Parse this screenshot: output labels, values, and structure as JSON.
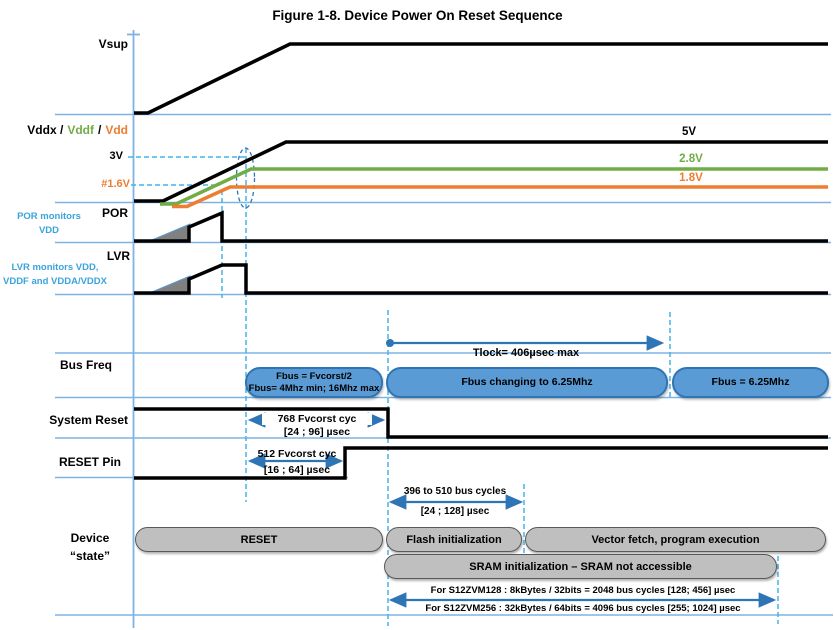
{
  "title": "Figure 1-8. Device Power On Reset Sequence",
  "signals": {
    "vsup": "Vsup",
    "vddx": "Vddx /",
    "vddf": "Vddf",
    "sep": "/",
    "vdd": "Vdd",
    "por": "POR",
    "lvr": "LVR",
    "bus_freq": "Bus Freq",
    "system_reset": "System Reset",
    "reset_pin": "RESET Pin",
    "device": "Device",
    "state": "“state”"
  },
  "notes": {
    "por_1": "POR monitors",
    "por_2": "VDD",
    "lvr_1": "LVR monitors VDD,",
    "lvr_2": "VDDF and VDDA/VDDX"
  },
  "thresholds": {
    "v3": "3V",
    "v1_6": "#1.6V"
  },
  "levels": {
    "v5": "5V",
    "v2_8": "2.8V",
    "v1_8": "1.8V"
  },
  "bus_pills": {
    "p1_line1": "Fbus = Fvcorst/2",
    "p1_line2": "Fbus= 4Mhz min; 16Mhz max",
    "p2": "Fbus changing to 6.25Mhz",
    "p3": "Fbus = 6.25Mhz"
  },
  "state_pills": {
    "reset": "RESET",
    "flash": "Flash initialization",
    "vector": "Vector fetch, program execution",
    "sram": "SRAM initialization – SRAM not accessible"
  },
  "annotations": {
    "tlock": "Tlock= 406µsec max",
    "t768_1": "768 Fvcorst cyc",
    "t768_2": "[24 ; 96] µsec",
    "t512_1": "512 Fvcorst cyc",
    "t512_2": "[16 ; 64] µsec",
    "t396_1": "396 to 510 bus cycles",
    "t396_2": "[24 ; 128] µsec",
    "sram_128": "For S12ZVM128 : 8kBytes / 32bits = 2048 bus cycles [128; 456] µsec",
    "sram_256": "For S12ZVM256 : 32kBytes / 64bits = 4096 bus cycles [255; 1024] µsec"
  },
  "colors": {
    "green": "#70AD47",
    "orange": "#ED7D31",
    "axis_blue": "#7FB2E5",
    "dashed_blue": "#45B3E7",
    "arrow_blue": "#2E75B6",
    "pill_blue": "#5B9BD5",
    "pill_gray": "#BFBFBF"
  }
}
